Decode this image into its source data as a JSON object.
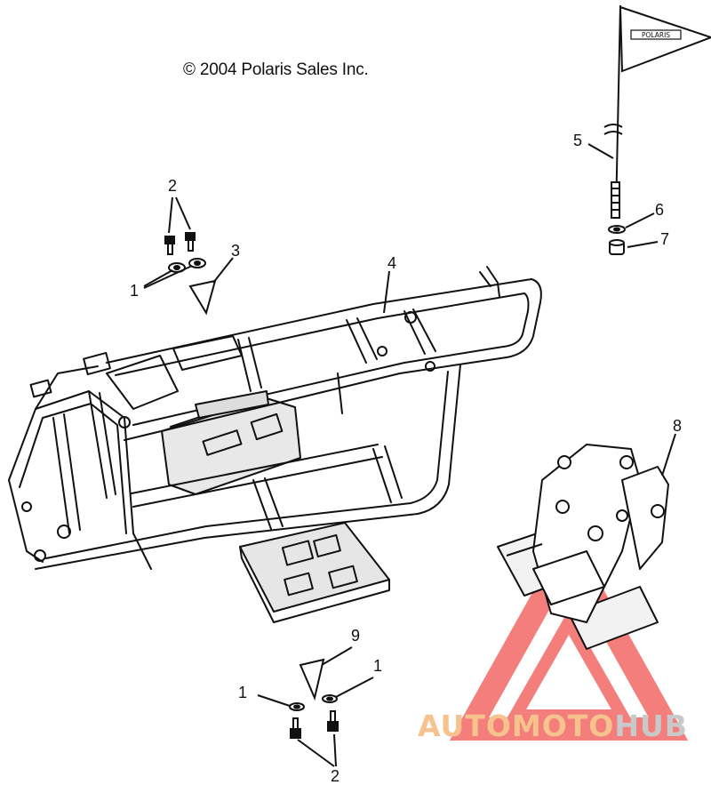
{
  "copyright": "© 2004 Polaris Sales Inc.",
  "flag_text": "POLARIS",
  "callouts": {
    "c2_top": "2",
    "c1_top": "1",
    "c3": "3",
    "c4": "4",
    "c5": "5",
    "c6": "6",
    "c7": "7",
    "c8": "8",
    "c9": "9",
    "c1_bl": "1",
    "c1_br": "1",
    "c2_bottom": "2"
  },
  "watermark": {
    "part_a": "AUTOMOTO",
    "part_b": "HUB",
    "color_a": "#f6c38e",
    "color_b": "#c9c9c9",
    "logo_color": "#ef5350"
  }
}
